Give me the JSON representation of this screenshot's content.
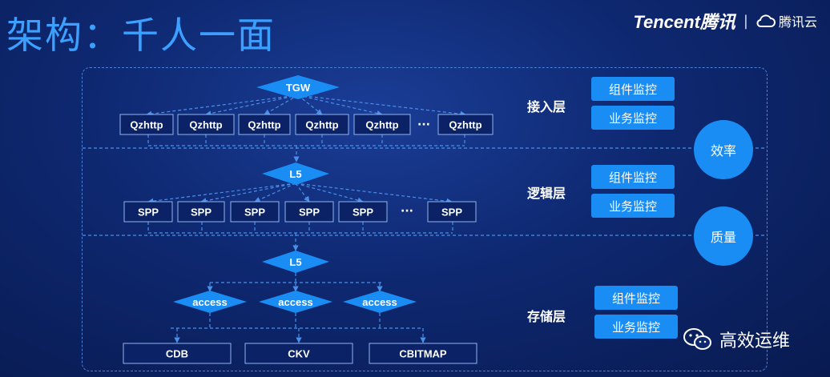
{
  "title": "架构：千人一面",
  "brand": {
    "tencent": "Tencent",
    "tencent_cn": "腾讯",
    "cloud": "腾讯云"
  },
  "layers": [
    {
      "name": "接入层",
      "top": "TGW",
      "nodes": [
        "Qzhttp",
        "Qzhttp",
        "Qzhttp",
        "Qzhttp",
        "Qzhttp",
        "···",
        "Qzhttp"
      ],
      "monitors": [
        "组件监控",
        "业务监控"
      ]
    },
    {
      "name": "逻辑层",
      "top": "L5",
      "nodes": [
        "SPP",
        "SPP",
        "SPP",
        "SPP",
        "SPP",
        "···",
        "SPP"
      ],
      "monitors": [
        "组件监控",
        "业务监控"
      ]
    },
    {
      "name": "存储层",
      "top": "L5",
      "access": [
        "access",
        "access",
        "access"
      ],
      "nodes": [
        "CDB",
        "CKV",
        "CBITMAP"
      ],
      "monitors": [
        "组件监控",
        "业务监控"
      ]
    }
  ],
  "circles": [
    "效率",
    "质量"
  ],
  "watermark": "高效运维",
  "colors": {
    "accent": "#1a8df5",
    "title": "#3ba0ff",
    "line": "#4a80d8"
  }
}
